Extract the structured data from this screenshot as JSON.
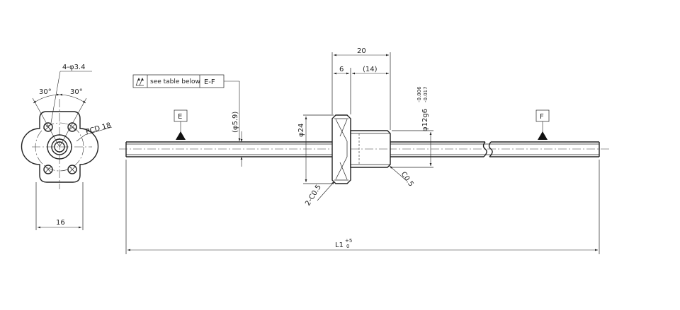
{
  "flange_view": {
    "holes_label": "4-φ3.4",
    "angle_left": "30°",
    "angle_right": "30°",
    "pcd_label": "PCD 18",
    "width_label": "16"
  },
  "tolerance_frame": {
    "text": "see table below",
    "datums": "E-F"
  },
  "datums": {
    "e": "E",
    "f": "F"
  },
  "dimensions": {
    "shaft_dia": "(φ5.9)",
    "flange_dia": "φ24",
    "nut_length": "20",
    "flange_thickness": "6",
    "body_length": "(14)",
    "body_dia": "φ12g6",
    "body_dia_tol_upper": "-0.006",
    "body_dia_tol_lower": "-0.017",
    "chamfer_flange": "2-C0.5",
    "chamfer_end": "C0.5",
    "overall_length": "L1",
    "overall_length_tol_upper": "+5",
    "overall_length_tol_lower": "0"
  }
}
